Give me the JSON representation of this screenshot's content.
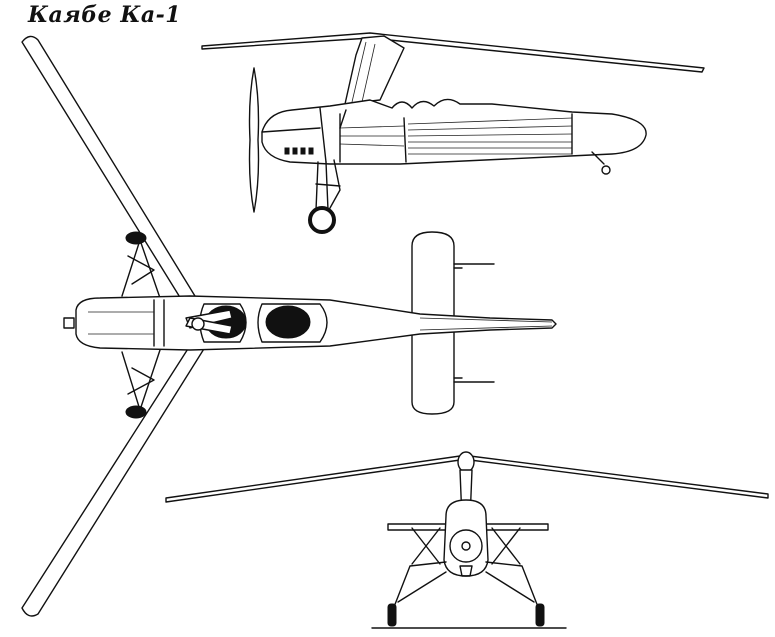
{
  "title": "Каябе Ка-1",
  "views": [
    "side",
    "top",
    "front"
  ],
  "colors": {
    "line": "#111111",
    "background": "#ffffff"
  }
}
